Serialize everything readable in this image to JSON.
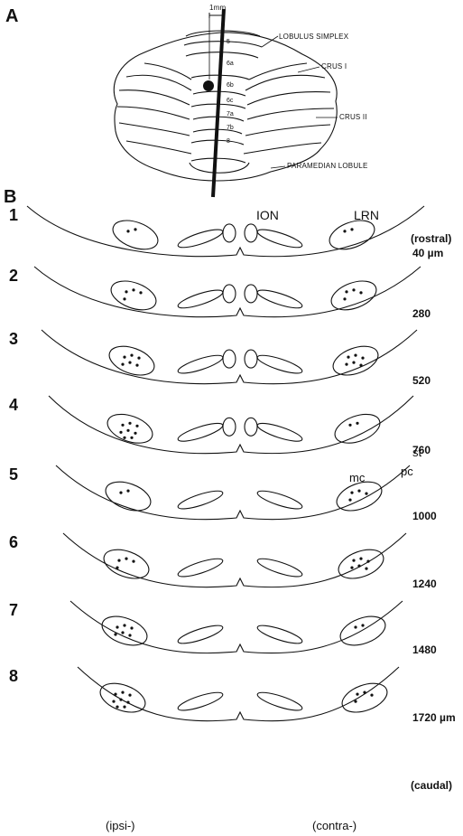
{
  "figure": {
    "panel_a": {
      "letter": "A",
      "scale_label": "1mm",
      "labels": [
        "LOBULUS SIMPLEX",
        "CRUS I",
        "CRUS II",
        "PARAMEDIAN LOBULE"
      ],
      "lobule_numbers": [
        "5",
        "6a",
        "6b",
        "6c",
        "7a",
        "7b",
        "8"
      ]
    },
    "panel_b": {
      "letter": "B",
      "labels": {
        "ion": "ION",
        "lrn": "LRN",
        "st": "st",
        "mc": "mc",
        "pc": "pc",
        "rostral": "(rostral)",
        "caudal": "(caudal)",
        "ipsi": "(ipsi-)",
        "contra": "(contra-)"
      },
      "sections": [
        {
          "number": "1",
          "depth": "40 µm"
        },
        {
          "number": "2",
          "depth": "280"
        },
        {
          "number": "3",
          "depth": "520"
        },
        {
          "number": "4",
          "depth": "760"
        },
        {
          "number": "5",
          "depth": "1000"
        },
        {
          "number": "6",
          "depth": "1240"
        },
        {
          "number": "7",
          "depth": "1480"
        },
        {
          "number": "8",
          "depth": "1720 µm"
        }
      ]
    }
  }
}
